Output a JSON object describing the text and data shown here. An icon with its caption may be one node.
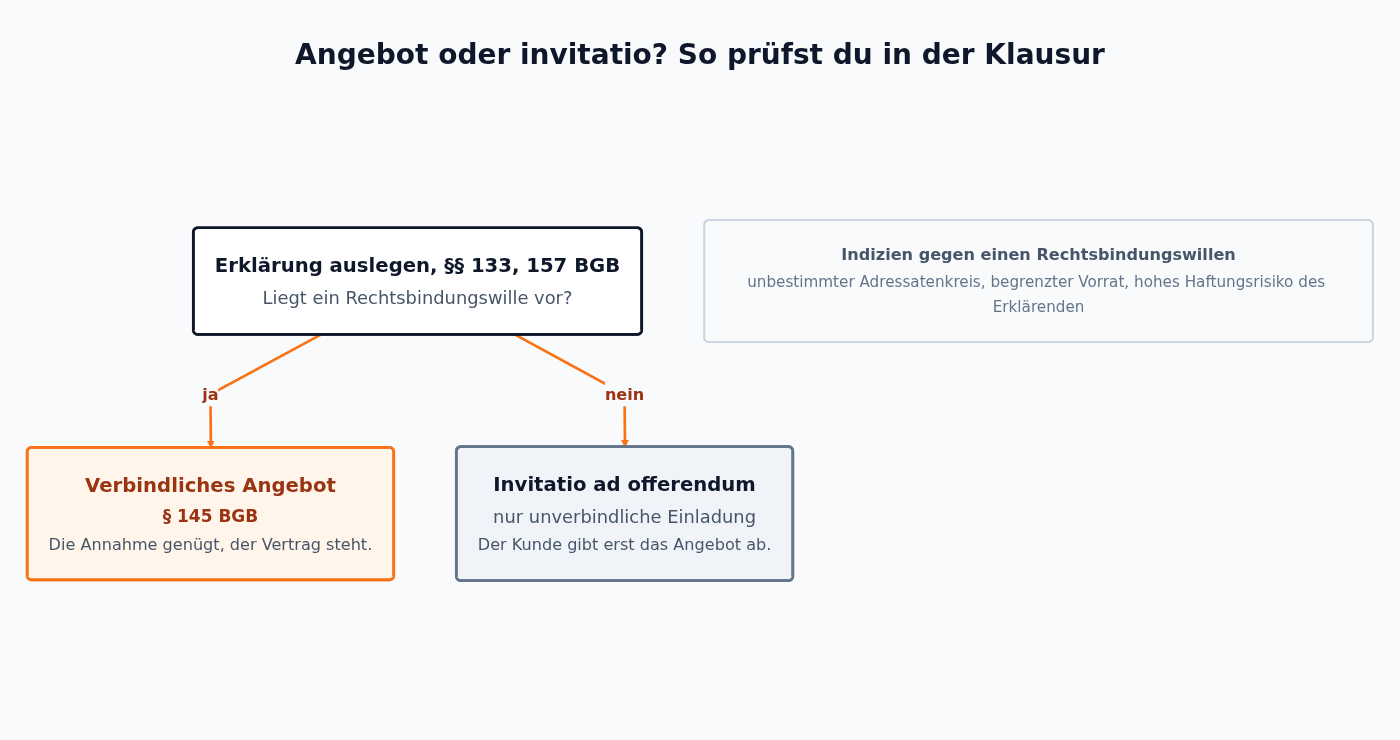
{
  "diagram": {
    "title": "Angebot oder invitatio? So prüfst du in der Klausur",
    "nodes": [
      {
        "text": [
          "Erklärung auslegen, §§ 133, 157 BGB",
          "Liegt ein Rechtsbindungswille vor?"
        ]
      },
      {
        "text": [
          "Verbindliches Angebot",
          "§ 145 BGB",
          "Die Annahme genügt, der Vertrag steht."
        ]
      },
      {
        "text": [
          "Invitatio ad offerendum",
          "nur unverbindliche Einladung",
          "Der Kunde gibt erst das Angebot ab."
        ]
      },
      {
        "text": [
          "Indizien gegen einen Rechtsbindungswillen",
          "unbestimmter Adressatenkreis, begrenzter Vorrat, hohes Haftungsrisiko des Erklärenden"
        ]
      }
    ],
    "edges": [
      {
        "from": 0,
        "to": 1,
        "arrow": "to",
        "label": "ja"
      },
      {
        "from": 0,
        "to": 2,
        "arrow": "to",
        "label": "nein"
      }
    ]
  }
}
